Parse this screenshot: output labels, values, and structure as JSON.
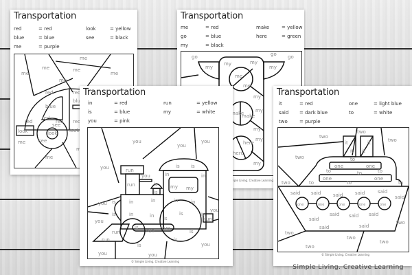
{
  "brand": "Simple Living. Creative Learning",
  "credit": "© Simple Living. Creative Learning",
  "worksheets": [
    {
      "title": "Transportation",
      "subject": "car",
      "key": [
        {
          "word": "red",
          "color": "= red"
        },
        {
          "word": "blue",
          "color": "= blue"
        },
        {
          "word": "me",
          "color": "= purple"
        },
        {
          "word": "look",
          "color": "= yellow"
        },
        {
          "word": "see",
          "color": "= black"
        }
      ]
    },
    {
      "title": "Transportation",
      "subject": "traffic light",
      "key": [
        {
          "word": "me",
          "color": "= red"
        },
        {
          "word": "go",
          "color": "= blue"
        },
        {
          "word": "my",
          "color": "= black"
        },
        {
          "word": "make",
          "color": "= yellow"
        },
        {
          "word": "here",
          "color": "= green"
        }
      ]
    },
    {
      "title": "Transportation",
      "subject": "train",
      "key": [
        {
          "word": "in",
          "color": "= red"
        },
        {
          "word": "is",
          "color": "= blue"
        },
        {
          "word": "you",
          "color": "= pink"
        },
        {
          "word": "run",
          "color": "= yellow"
        },
        {
          "word": "my",
          "color": "= white"
        }
      ]
    },
    {
      "title": "Transportation",
      "subject": "ship",
      "key": [
        {
          "word": "it",
          "color": "= red"
        },
        {
          "word": "said",
          "color": "= dark blue"
        },
        {
          "word": "two",
          "color": "= purple"
        },
        {
          "word": "one",
          "color": "= light blue"
        },
        {
          "word": "to",
          "color": "= white"
        }
      ]
    }
  ]
}
